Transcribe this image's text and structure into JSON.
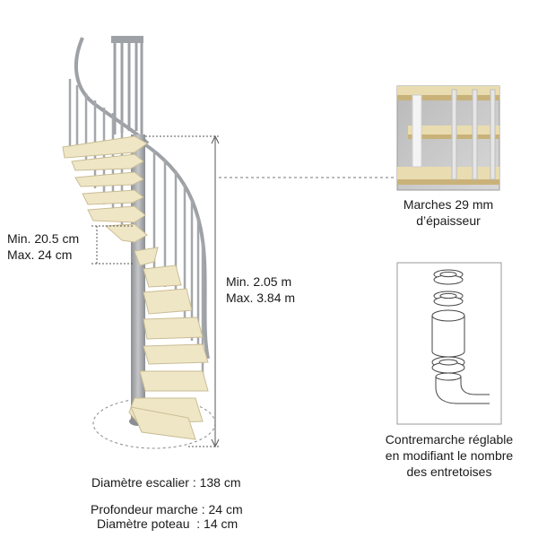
{
  "dimensions": {
    "riser_min": "Min. 20.5 cm",
    "riser_max": "Max. 24 cm",
    "height_min": "Min. 2.05 m",
    "height_max": "Max. 3.84 m"
  },
  "photo_caption": {
    "line1": "Marches 29 mm",
    "line2": "d’épaisseur"
  },
  "kit_caption": {
    "line1": "Contremarche réglable",
    "line2": "en modifiant le nombre",
    "line3": "des entretoises"
  },
  "specs": {
    "diameter_stair": "Diamètre escalier : 138 cm",
    "tread_depth": "Profondeur marche : 24 cm",
    "post_diameter": "Diamètre poteau  : 14 cm"
  },
  "colors": {
    "wood": "#efe6c6",
    "metal": "#9ea1a5",
    "dim_line": "#555555"
  }
}
